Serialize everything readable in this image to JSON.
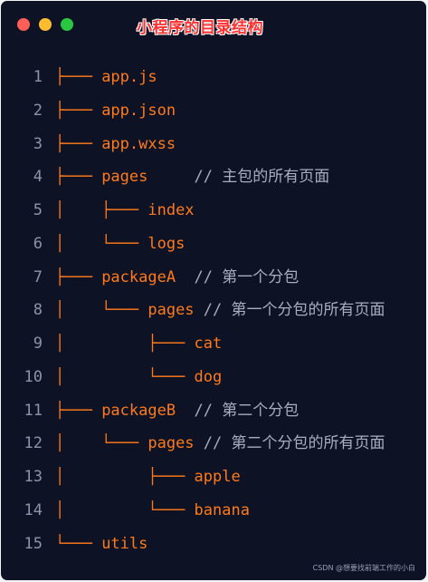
{
  "window": {
    "title": "小程序的目录结构",
    "controls": [
      "close",
      "minimize",
      "maximize"
    ]
  },
  "lines": [
    {
      "number": "1",
      "tree": "├─── ",
      "name": "app.js",
      "comment": ""
    },
    {
      "number": "2",
      "tree": "├─── ",
      "name": "app.json",
      "comment": ""
    },
    {
      "number": "3",
      "tree": "├─── ",
      "name": "app.wxss",
      "comment": ""
    },
    {
      "number": "4",
      "tree": "├─── ",
      "name": "pages",
      "comment": "     // 主包的所有页面"
    },
    {
      "number": "5",
      "tree": "│    ├─── ",
      "name": "index",
      "comment": ""
    },
    {
      "number": "6",
      "tree": "│    └─── ",
      "name": "logs",
      "comment": ""
    },
    {
      "number": "7",
      "tree": "├─── ",
      "name": "packageA",
      "comment": "  // 第一个分包"
    },
    {
      "number": "8",
      "tree": "│    └─── ",
      "name": "pages",
      "comment": " // 第一个分包的所有页面"
    },
    {
      "number": "9",
      "tree": "│         ├─── ",
      "name": "cat",
      "comment": ""
    },
    {
      "number": "10",
      "tree": "│         └─── ",
      "name": "dog",
      "comment": ""
    },
    {
      "number": "11",
      "tree": "├─── ",
      "name": "packageB",
      "comment": "  // 第二个分包"
    },
    {
      "number": "12",
      "tree": "│    └─── ",
      "name": "pages",
      "comment": " // 第二个分包的所有页面"
    },
    {
      "number": "13",
      "tree": "│         ├─── ",
      "name": "apple",
      "comment": ""
    },
    {
      "number": "14",
      "tree": "│         └─── ",
      "name": "banana",
      "comment": ""
    },
    {
      "number": "15",
      "tree": "└─── ",
      "name": "utils",
      "comment": ""
    }
  ],
  "watermark": "CSDN @想要找前端工作的小白",
  "colors": {
    "background": "#0d1225",
    "tree_and_names": "#ff7a1a",
    "comments": "#a9adbd",
    "line_numbers": "#8e93a8",
    "title": "#ff3030"
  }
}
